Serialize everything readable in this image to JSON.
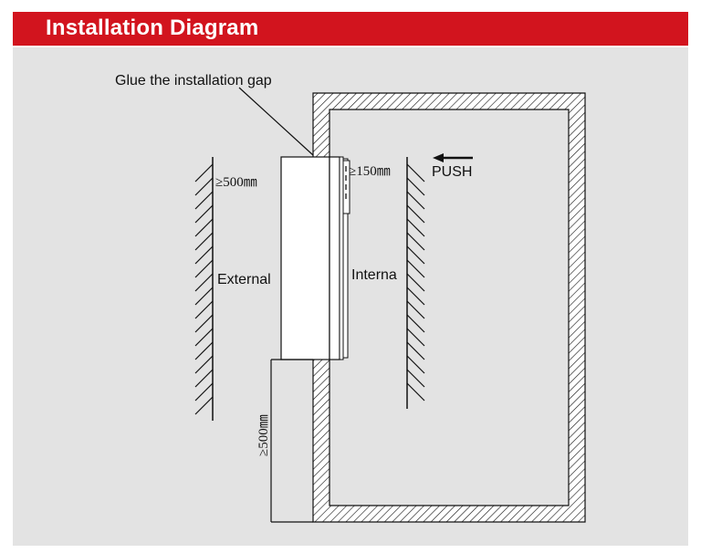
{
  "header": {
    "title": "Installation Diagram"
  },
  "diagram": {
    "glue_label": "Glue the installation gap",
    "clearance_top_external": "≥500㎜",
    "clearance_top_internal": "≥150㎜",
    "clearance_bottom": "≥500㎜",
    "push_label": "PUSH",
    "external_label": "External",
    "internal_label": "Interna"
  },
  "colors": {
    "header": "#d2141e",
    "panel": "#e3e3e3",
    "line": "#111111"
  }
}
